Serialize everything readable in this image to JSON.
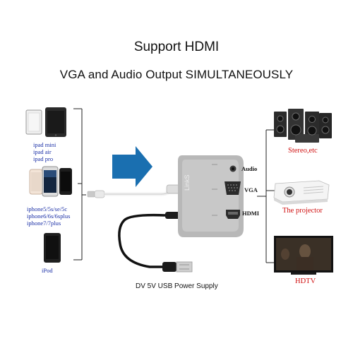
{
  "title": "Support HDMI",
  "subtitle": "VGA and  Audio Output SIMULTANEOUSLY",
  "left_devices": {
    "ipad_label_lines": [
      "ipad mini",
      "ipad air",
      "ipad pro"
    ],
    "iphone_label_lines": [
      "iphone5/5s/se/5c",
      "iphone6/6s/6splus",
      "iphone7/7plus"
    ],
    "ipod_label": "iPod"
  },
  "adapter": {
    "brand": "LinkS",
    "port_labels": [
      "Audio",
      "VGA",
      "HDMI"
    ],
    "power_label": "DV 5V USB Power Supply"
  },
  "right_devices": {
    "stereo_label": "Stereo,etc",
    "projector_label": "The projector",
    "tv_label": "HDTV"
  },
  "colors": {
    "arrow": "#1a6fb0",
    "device_label": "#d01010",
    "apple_label": "#1a2fa6"
  }
}
